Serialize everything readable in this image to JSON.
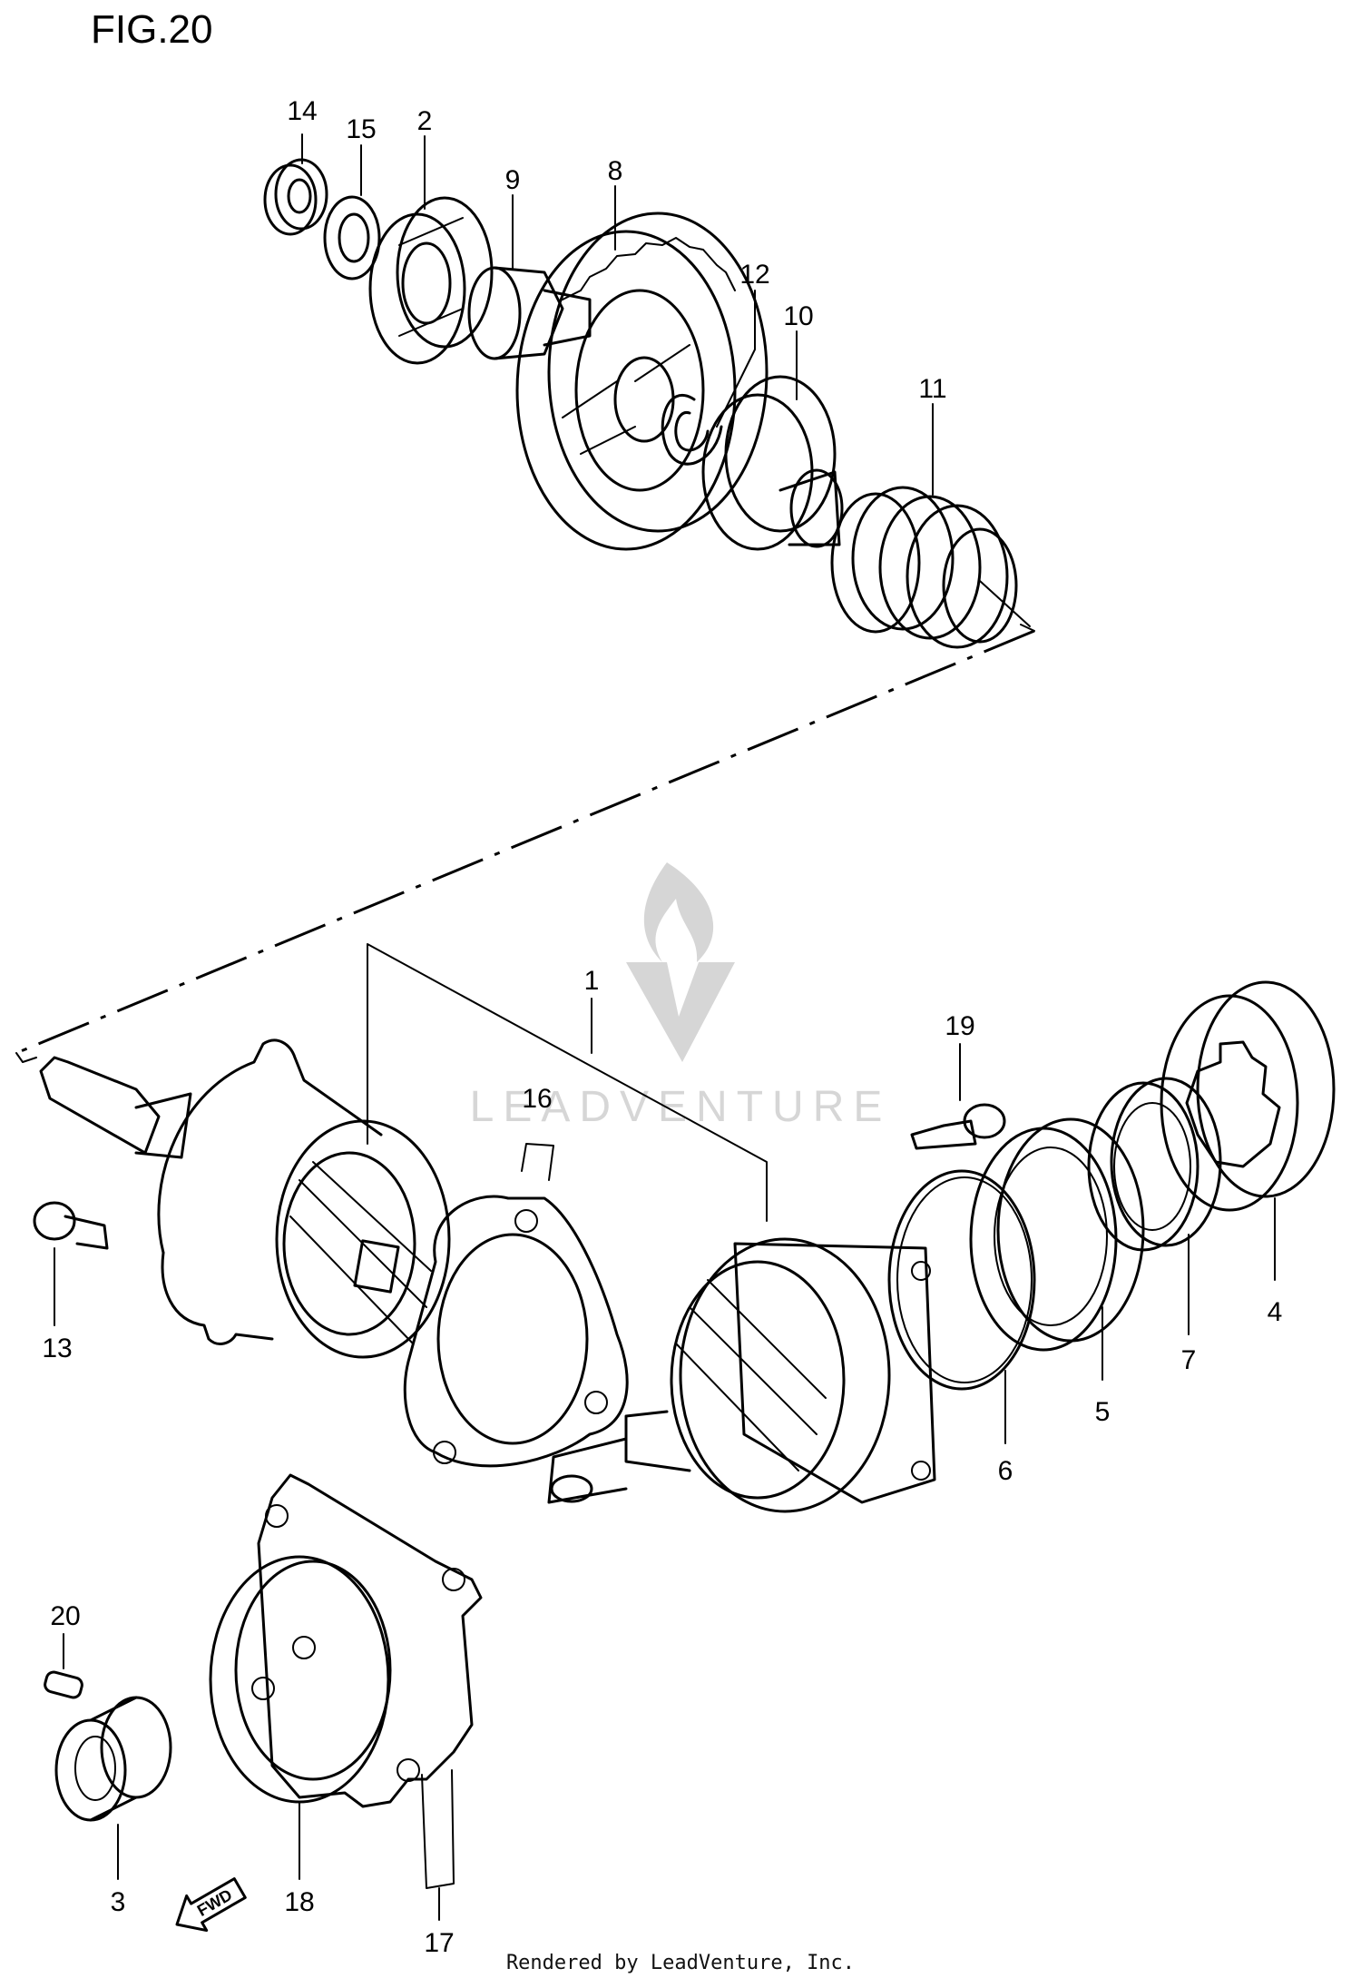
{
  "figure": {
    "title": "FIG.20"
  },
  "watermark": {
    "text": "LEADVENTURE"
  },
  "direction_marker": {
    "label": "FWD",
    "icon": "fwd-arrow-icon"
  },
  "footer": {
    "credit": "Rendered by LeadVenture, Inc."
  },
  "callouts": [
    "1",
    "2",
    "3",
    "4",
    "5",
    "6",
    "7",
    "8",
    "9",
    "10",
    "11",
    "12",
    "13",
    "14",
    "15",
    "16",
    "17",
    "18",
    "19",
    "20"
  ]
}
